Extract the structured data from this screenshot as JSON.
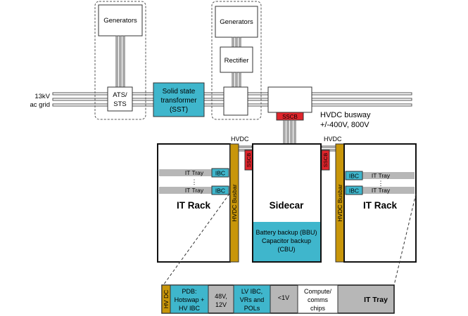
{
  "grid_label_line1": "13kV",
  "grid_label_line2": "ac grid",
  "generators_left": "Generators",
  "ats_line1": "ATS/",
  "ats_line2": "STS",
  "sst_line1": "Solid state",
  "sst_line2": "transformer",
  "sst_line3": "(SST)",
  "generators_right": "Generators",
  "rectifier": "Rectifier",
  "sscb": "SSCB",
  "busway_line1": "HVDC busway",
  "busway_line2": "+/-400V, 800V",
  "hvdc_left": "HVDC",
  "hvdc_right": "HVDC",
  "it_tray": "IT Tray",
  "ibc": "IBC",
  "ellipsis": "⋮",
  "it_rack": "IT Rack",
  "hvdc_busbar": "HVDC Busbar",
  "sidecar": "Sidecar",
  "bbu_line1": "Battery backup (BBU)",
  "bbu_line2": "Capacitor backup",
  "bbu_line3": "(CBU)",
  "tray_detail": {
    "hv_dc": "HV DC",
    "pdb_line1": "PDB:",
    "pdb_line2": "Hotswap +",
    "pdb_line3": "HV IBC",
    "v48_line1": "48V,",
    "v48_line2": "12V",
    "lv_line1": "LV IBC,",
    "lv_line2": "VRs and",
    "lv_line3": "POLs",
    "lt1v": "<1V",
    "chips_line1": "Compute/",
    "chips_line2": "comms",
    "chips_line3": "chips",
    "it_tray": "IT Tray"
  },
  "colors": {
    "teal": "#3fb6cc",
    "gold": "#c8960a",
    "red": "#e0242b",
    "gray": "#b7b7b7",
    "line": "#000000"
  }
}
